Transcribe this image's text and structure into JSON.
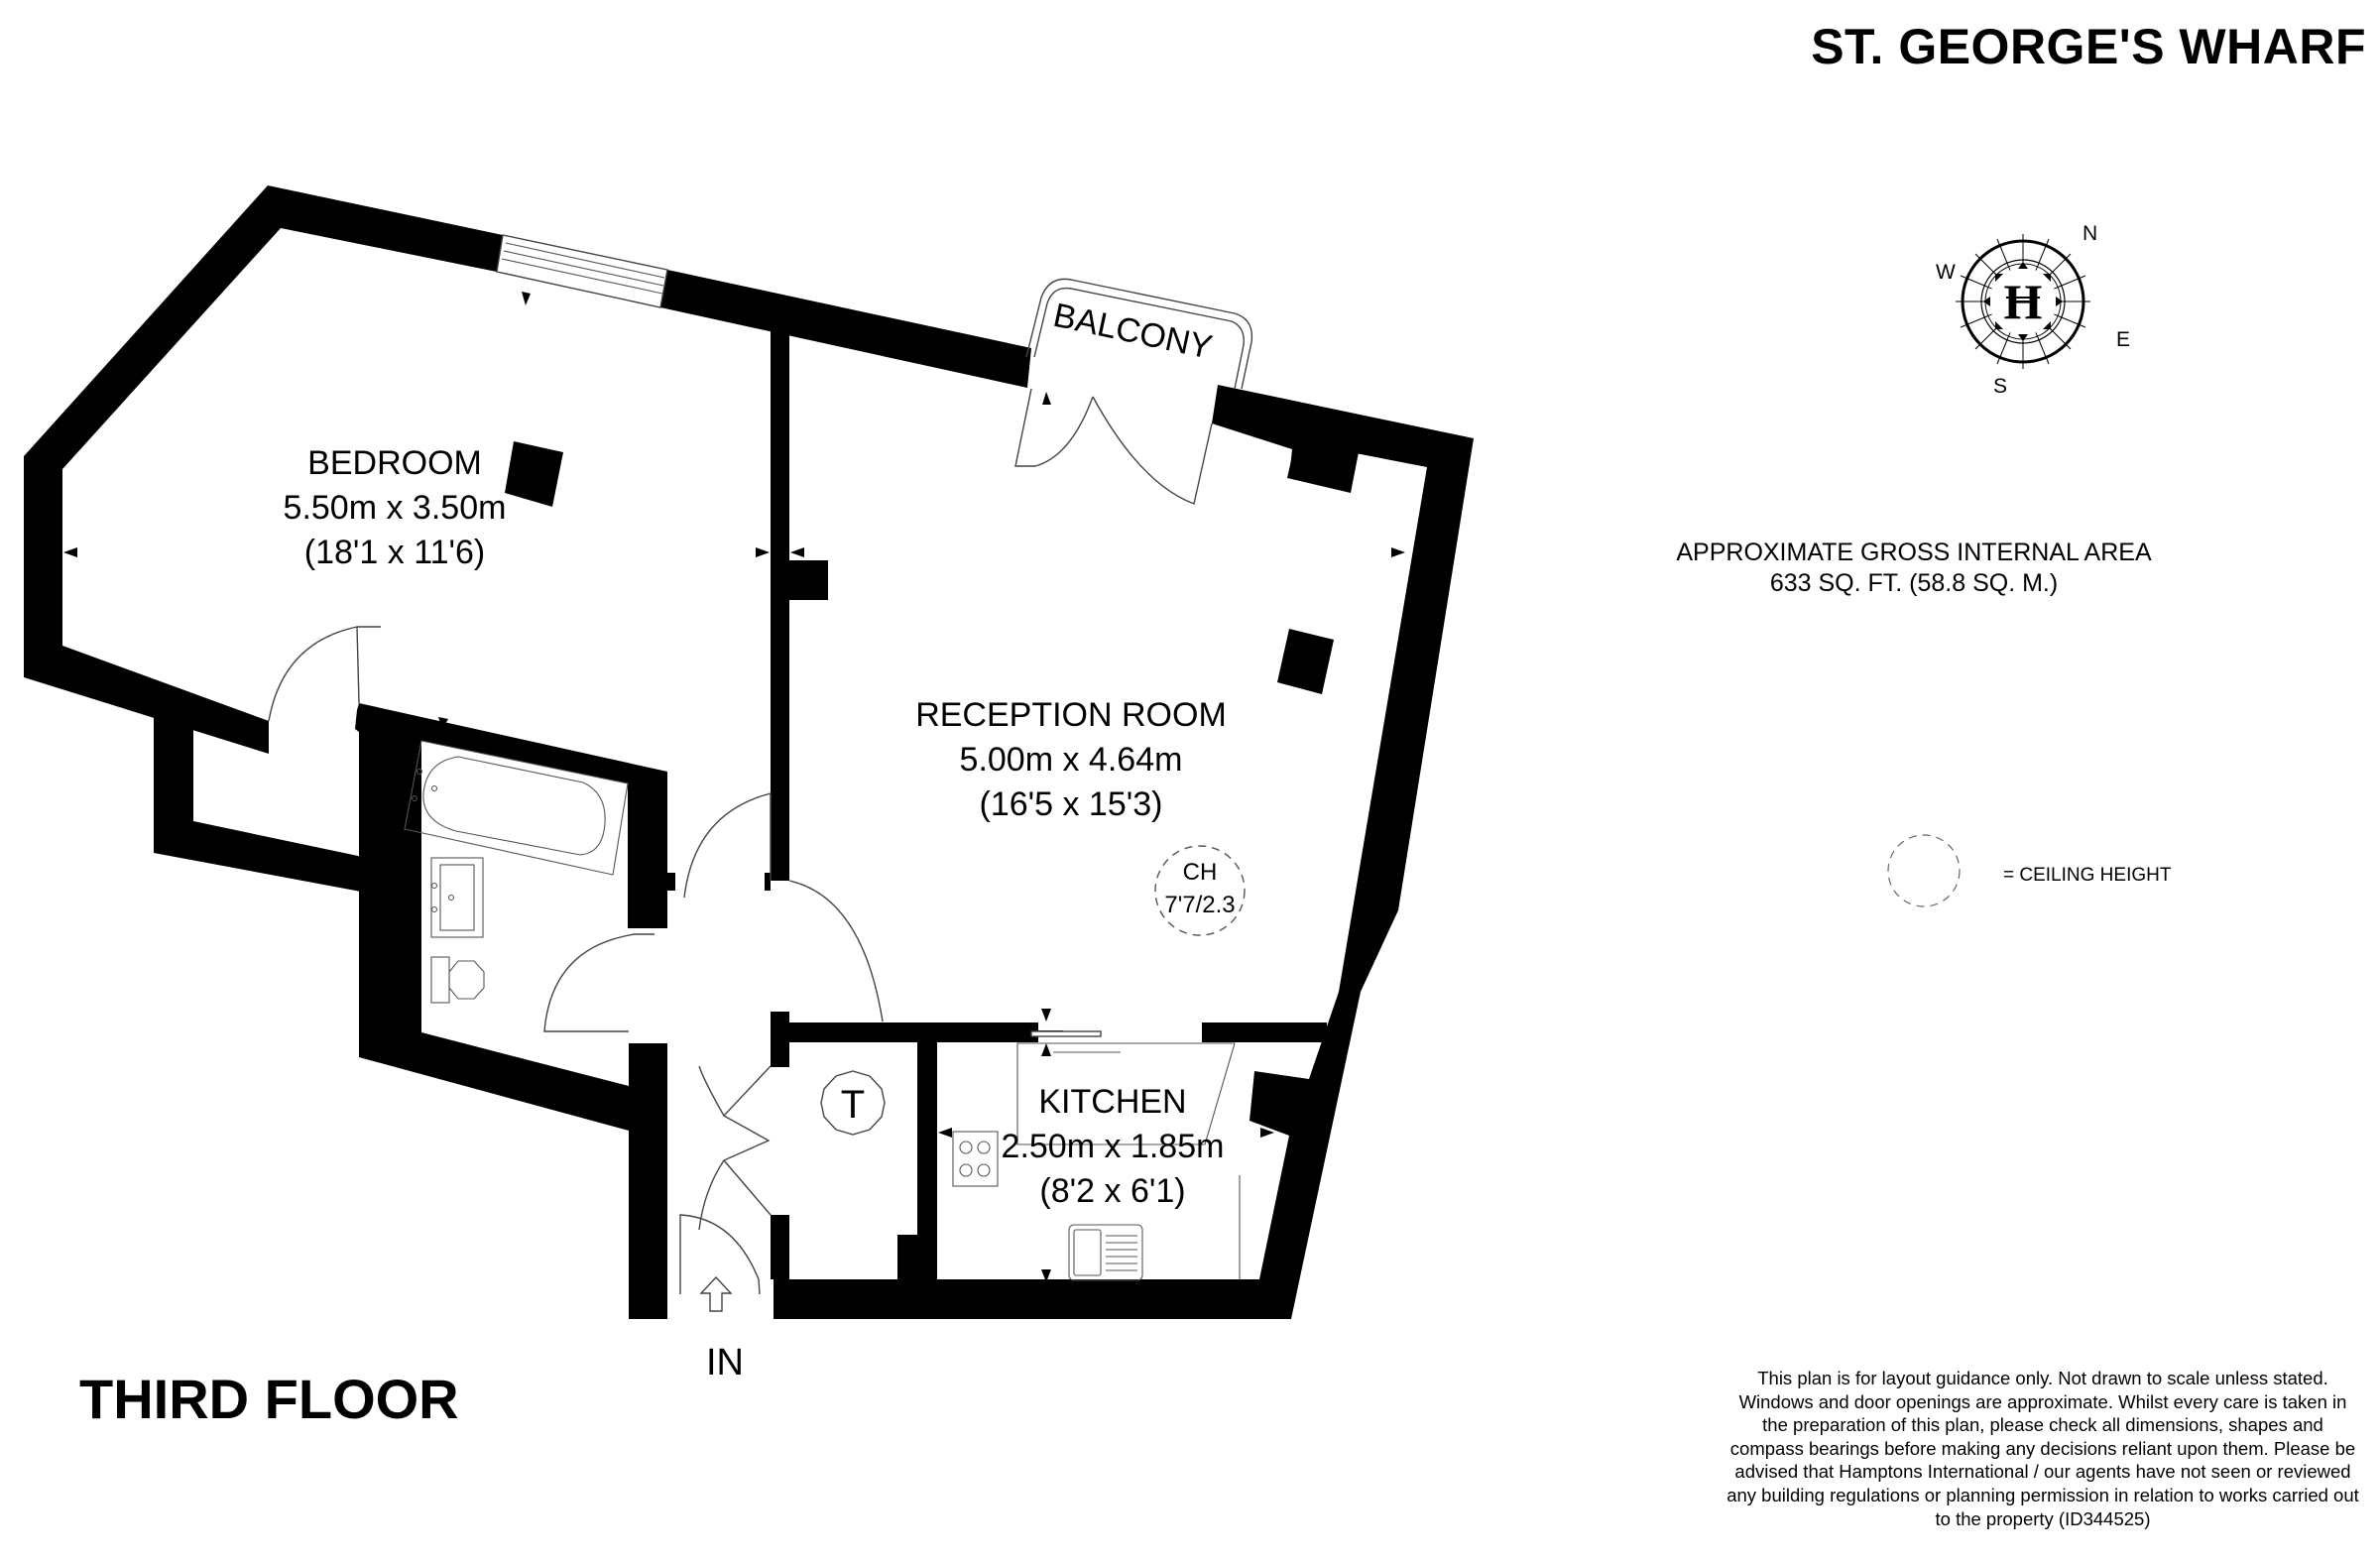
{
  "header": {
    "property_name": "ST. GEORGE'S WHARF"
  },
  "floor": {
    "label": "THIRD FLOOR"
  },
  "rooms": [
    {
      "name": "BEDROOM",
      "metric": "5.50m x 3.50m",
      "imperial": "(18'1 x 11'6)"
    },
    {
      "name": "RECEPTION ROOM",
      "metric": "5.00m x 4.64m",
      "imperial": "(16'5 x 15'3)"
    },
    {
      "name": "KITCHEN",
      "metric": "2.50m x 1.85m",
      "imperial": "(8'2 x 6'1)"
    },
    {
      "name": "BALCONY"
    }
  ],
  "markers": {
    "ceiling_height_label": "CH",
    "ceiling_height_value": "7'7/2.3",
    "cupboard_symbol": "T",
    "entrance_label": "IN"
  },
  "compass": {
    "icon": "compass-rose-icon",
    "center_glyph": "H",
    "north": "N",
    "east": "E",
    "south": "S",
    "west": "W"
  },
  "area": {
    "heading": "APPROXIMATE GROSS INTERNAL AREA",
    "value": "633 SQ. FT. (58.8 SQ. M.)"
  },
  "legend": {
    "ceiling_height": "=  CEILING HEIGHT"
  },
  "disclaimer": {
    "text": "This plan is for layout guidance only. Not drawn to scale unless stated. Windows and door openings are approximate. Whilst every care is taken in the preparation of this plan, please check all dimensions, shapes and compass bearings before making any decisions reliant upon them. Please be advised that Hamptons International / our agents have not seen or reviewed any building regulations or planning permission in relation to works carried out to the property (ID344525)"
  }
}
